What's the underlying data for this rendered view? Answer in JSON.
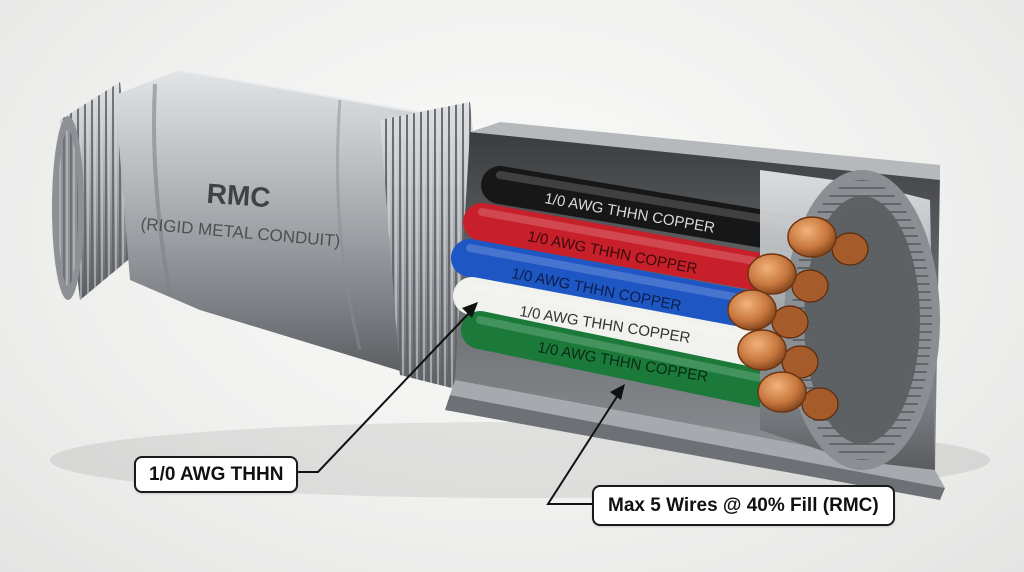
{
  "conduit": {
    "title": "RMC",
    "subtitle": "(RIGID METAL CONDUIT)"
  },
  "wires": [
    {
      "label": "1/0 AWG THHN COPPER",
      "color": "#171717",
      "text_color": "#d9d9d9"
    },
    {
      "label": "1/0 AWG THHN COPPER",
      "color": "#c8202a",
      "text_color": "#3a0a0c"
    },
    {
      "label": "1/0 AWG THHN COPPER",
      "color": "#1e56c4",
      "text_color": "#0c1e4a"
    },
    {
      "label": "1/0 AWG THHN COPPER",
      "color": "#f1f1ee",
      "text_color": "#333333"
    },
    {
      "label": "1/0 AWG THHN COPPER",
      "color": "#1b7a3a",
      "text_color": "#0a2a14"
    }
  ],
  "callouts": {
    "wire_type": "1/0 AWG THHN",
    "fill_limit": "Max 5 Wires @ 40% Fill (RMC)"
  },
  "colors": {
    "copper": "#c8783e",
    "steel": "#a9adb1",
    "background": "#f2f2f1"
  }
}
